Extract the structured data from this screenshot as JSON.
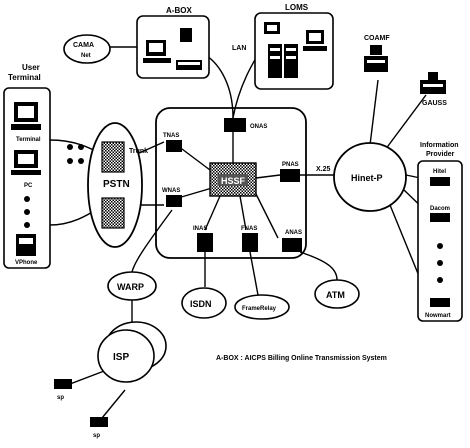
{
  "labels": {
    "abox": "A-BOX",
    "loms": "LOMS",
    "cama": "CAMA",
    "cama_sub": "Net",
    "lan": "LAN",
    "coamf": "COAMF",
    "gauss": "GAUSS",
    "user_terminal_1": "User",
    "user_terminal_2": "Terminal",
    "terminal": "Terminal",
    "pc": "PC",
    "vphone": "VPhone",
    "pstn": "PSTN",
    "trunk": "Trunk",
    "tnas": "TNAS",
    "onas": "ONAS",
    "wnas": "WNAS",
    "hssf": "HSSF",
    "pnas_top": "PNAS",
    "x25": "X.25",
    "hinet": "Hinet-P",
    "inas": "INAS",
    "pnas_bottom": "FNAS",
    "anas": "ANAS",
    "info_provider_1": "Information",
    "info_provider_2": "Provider",
    "hitel": "Hitel",
    "dacom": "Dacom",
    "nowmart": "Nowmart",
    "warp": "WARP",
    "isdn": "ISDN",
    "framerelay": "FrameRelay",
    "atm": "ATM",
    "isp": "ISP",
    "sp1": "sp",
    "sp2": "sp",
    "legend": "A-BOX : AICPS Billing Online Transmission System"
  },
  "colors": {
    "line": "#000000",
    "fill": "#000000",
    "paper": "#ffffff",
    "hssf_fill": "#555555"
  },
  "icons": [
    "computer-icon",
    "server-rack-icon",
    "terminal-icon",
    "pc-icon",
    "phone-icon",
    "modem-icon",
    "printer-icon"
  ]
}
